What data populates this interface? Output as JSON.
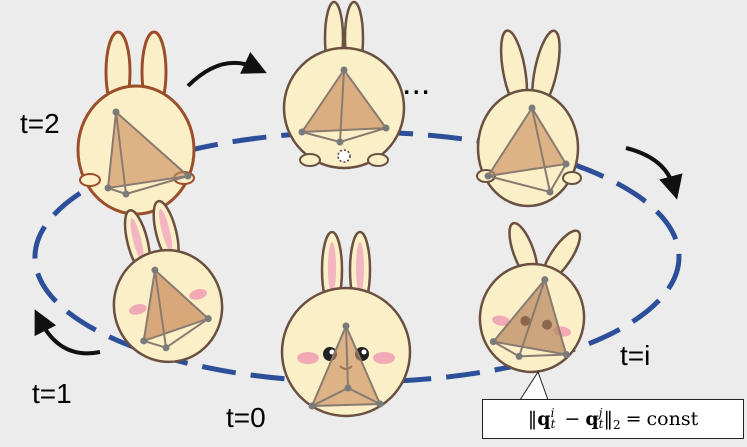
{
  "labels": {
    "t0": "t=0",
    "t1": "t=1",
    "t2": "t=2",
    "ti": "t=i",
    "ellipsis": "..."
  },
  "formula": {
    "latex": "\\|\\mathbf{q}_t^i - \\mathbf{q}_t^j\\|_2 = \\mathrm{const}",
    "lhs_open": "‖",
    "q1": "q",
    "q1_sup": "i",
    "q1_sub": "t",
    "minus": "−",
    "q2": "q",
    "q2_sup": "j",
    "q2_sub": "t",
    "norm_close": "‖",
    "norm_sub": "2",
    "eq": "=",
    "rhs": "const"
  },
  "colors": {
    "orbit": "#2d4f9a",
    "background": "#ececec",
    "body_fill": "#fbefc8",
    "body_outline": "#7a4a2a",
    "tetra_fill": "#c98a5a",
    "arrow": "#111111"
  }
}
